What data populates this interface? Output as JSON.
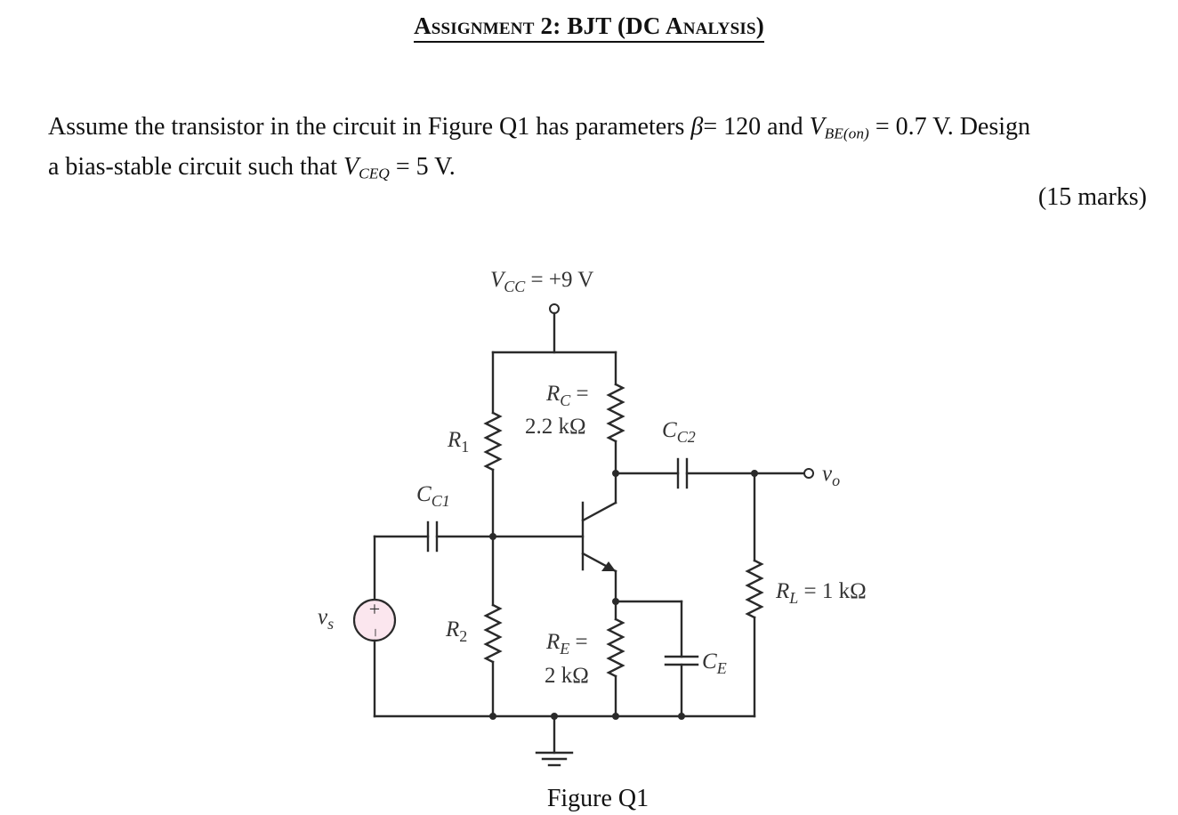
{
  "header": {
    "title": "Assignment 2: BJT (DC Analysis)"
  },
  "question": {
    "line1": {
      "text_a": "Assume the transistor in the circuit in Figure Q1 has parameters ",
      "beta_symbol": "β",
      "text_b": "= 120 and ",
      "vbe_main": "V",
      "vbe_sub": "BE(on)",
      "text_c": " = 0.7 V. Design"
    },
    "line2": {
      "text_a": "a bias-stable circuit such that ",
      "vceq_main": "V",
      "vceq_sub": "CEQ",
      "text_b": " = 5 V."
    },
    "marks": "(15 marks)"
  },
  "figure": {
    "caption": "Figure Q1",
    "vcc": {
      "main": "V",
      "sub": "CC",
      "rest": " = +9 V"
    },
    "rc": {
      "main": "R",
      "sub": "C",
      "rest": " =",
      "value": "2.2 kΩ"
    },
    "re": {
      "main": "R",
      "sub": "E",
      "rest": " =",
      "value": "2 kΩ"
    },
    "r1": {
      "main": "R",
      "sub": "1"
    },
    "r2": {
      "main": "R",
      "sub": "2"
    },
    "cc1": {
      "main": "C",
      "sub": "C1"
    },
    "cc2": {
      "main": "C",
      "sub": "C2"
    },
    "ce": {
      "main": "C",
      "sub": "E"
    },
    "rl": {
      "main": "R",
      "sub": "L",
      "rest": " = 1 kΩ"
    },
    "vs": {
      "main": "v",
      "sub": "s"
    },
    "vo": {
      "main": "v",
      "sub": "o"
    },
    "source_plus": "+",
    "source_minus": "−"
  }
}
